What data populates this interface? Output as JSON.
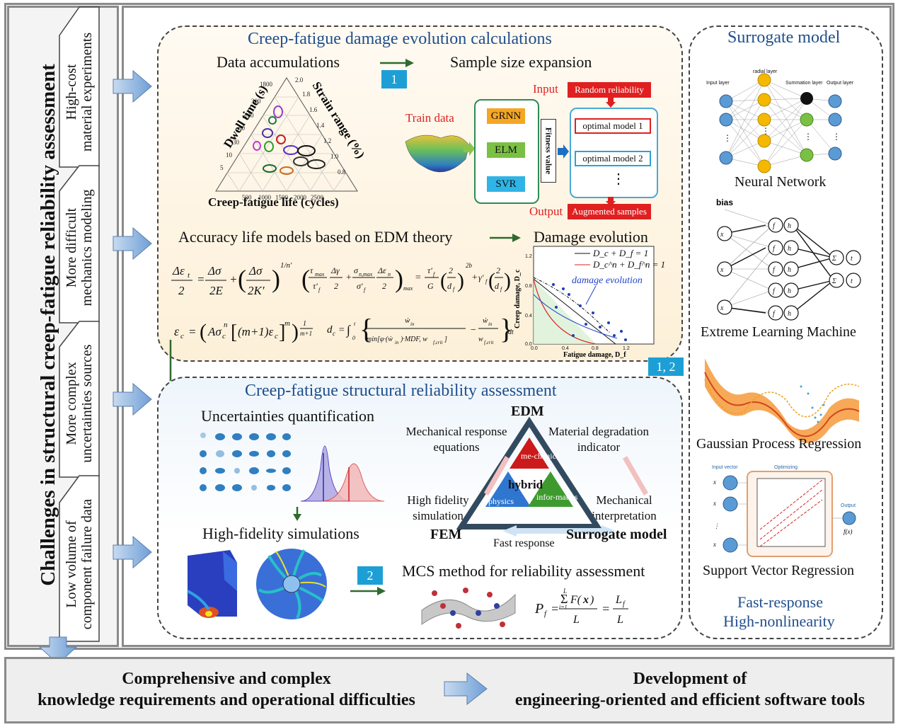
{
  "left_column": {
    "title": "Challenges in structural creep-fatigue reliability assessment",
    "tabs": [
      {
        "line1": "High-cost",
        "line2": "material experiments"
      },
      {
        "line1": "More difficult",
        "line2": "mechanics modeling"
      },
      {
        "line1": "More complex",
        "line2": "uncertainties sources"
      },
      {
        "line1": "Low volume of",
        "line2": "component failure data"
      }
    ]
  },
  "top_panel": {
    "title": "Creep-fatigue damage evolution calculations",
    "data_accumulations": "Data accumulations",
    "sample_expansion": "Sample size expansion",
    "badge1": "1",
    "ternary": {
      "left_axis": "Dwell time (s)",
      "right_axis": "Strain range (%)",
      "bottom_axis": "Creep-fatigue life (cycles)",
      "left_ticks": [
        "5",
        "10",
        "30",
        "60",
        "120",
        "300",
        "1800"
      ],
      "right_ticks": [
        "2.0",
        "1.8",
        "1.6",
        "1.4",
        "1.2",
        "1.0",
        "0.8"
      ],
      "bottom_ticks": [
        "500",
        "1000",
        "1500",
        "2000",
        "2500"
      ]
    },
    "train_data": "Train data",
    "input_label": "Input",
    "random_reliability": "Random reliability",
    "models": [
      "GRNN",
      "ELM",
      "SVR"
    ],
    "fitness_value": "Fitness value",
    "optimal1": "optimal model 1",
    "optimal2": "optimal model 2",
    "dots": "⋮",
    "output_label": "Output",
    "augmented": "Augmented samples",
    "accuracy_models": "Accuracy life models based on EDM theory",
    "damage_evolution": "Damage evolution",
    "damage_chart": {
      "legend1": "D_c + D_f = 1",
      "legend2": "D_c^n + D_f^n = 1",
      "annotation": "damage evolution",
      "ylabel": "Creep damage, D_c",
      "xlabel": "Fatigue damage, D_f",
      "xticks": [
        "0.0",
        "0.4",
        "0.8",
        "1.2"
      ],
      "yticks": [
        "0.0",
        "0.4",
        "0.8",
        "1.2"
      ]
    },
    "badge12": "1, 2"
  },
  "mid_panel": {
    "title": "Creep-fatigue structural reliability assessment",
    "uncertainties": "Uncertainties quantification",
    "high_fidelity": "High-fidelity  simulations",
    "edm": "EDM",
    "mech_resp": "Mechanical response equations",
    "mat_deg": "Material degradation indicator",
    "hf_sim": "High fidelity simulation",
    "mech_interp": "Mechanical interpretation",
    "fem": "FEM",
    "surrogate": "Surrogate model",
    "fast": "Fast response",
    "tri_top": "me-chanics",
    "tri_left": "physics",
    "tri_right": "infor-matics",
    "tri_center": "hybrid",
    "badge2": "2",
    "mcs": "MCS method for reliability assessment"
  },
  "right_panel": {
    "title": "Surrogate model",
    "nn": {
      "name": "Neural Network",
      "input": "Input layer",
      "radial": "radial layer",
      "summation": "Summation layer",
      "output": "Output layer"
    },
    "elm": {
      "name": "Extreme  Learning  Machine",
      "bias": "bias"
    },
    "gpr": {
      "name": "Gaussian  Process  Regression"
    },
    "svr": {
      "name": "Support  Vector  Regression",
      "input": "Input vector",
      "mapping": "Optimizing",
      "output": "Output",
      "fx": "f(x)"
    },
    "footer1": "Fast-response",
    "footer2": "High-nonlinearity"
  },
  "bottom": {
    "left_line1": "Comprehensive and complex",
    "left_line2": "knowledge requirements and operational difficulties",
    "right_line1": "Development of",
    "right_line2": "engineering-oriented and efficient software tools"
  },
  "colors": {
    "accent_blue": "#1f4e8c",
    "arrow_blue": "#8db3e2",
    "red_box": "#e02020",
    "badge": "#1d9fd6"
  }
}
